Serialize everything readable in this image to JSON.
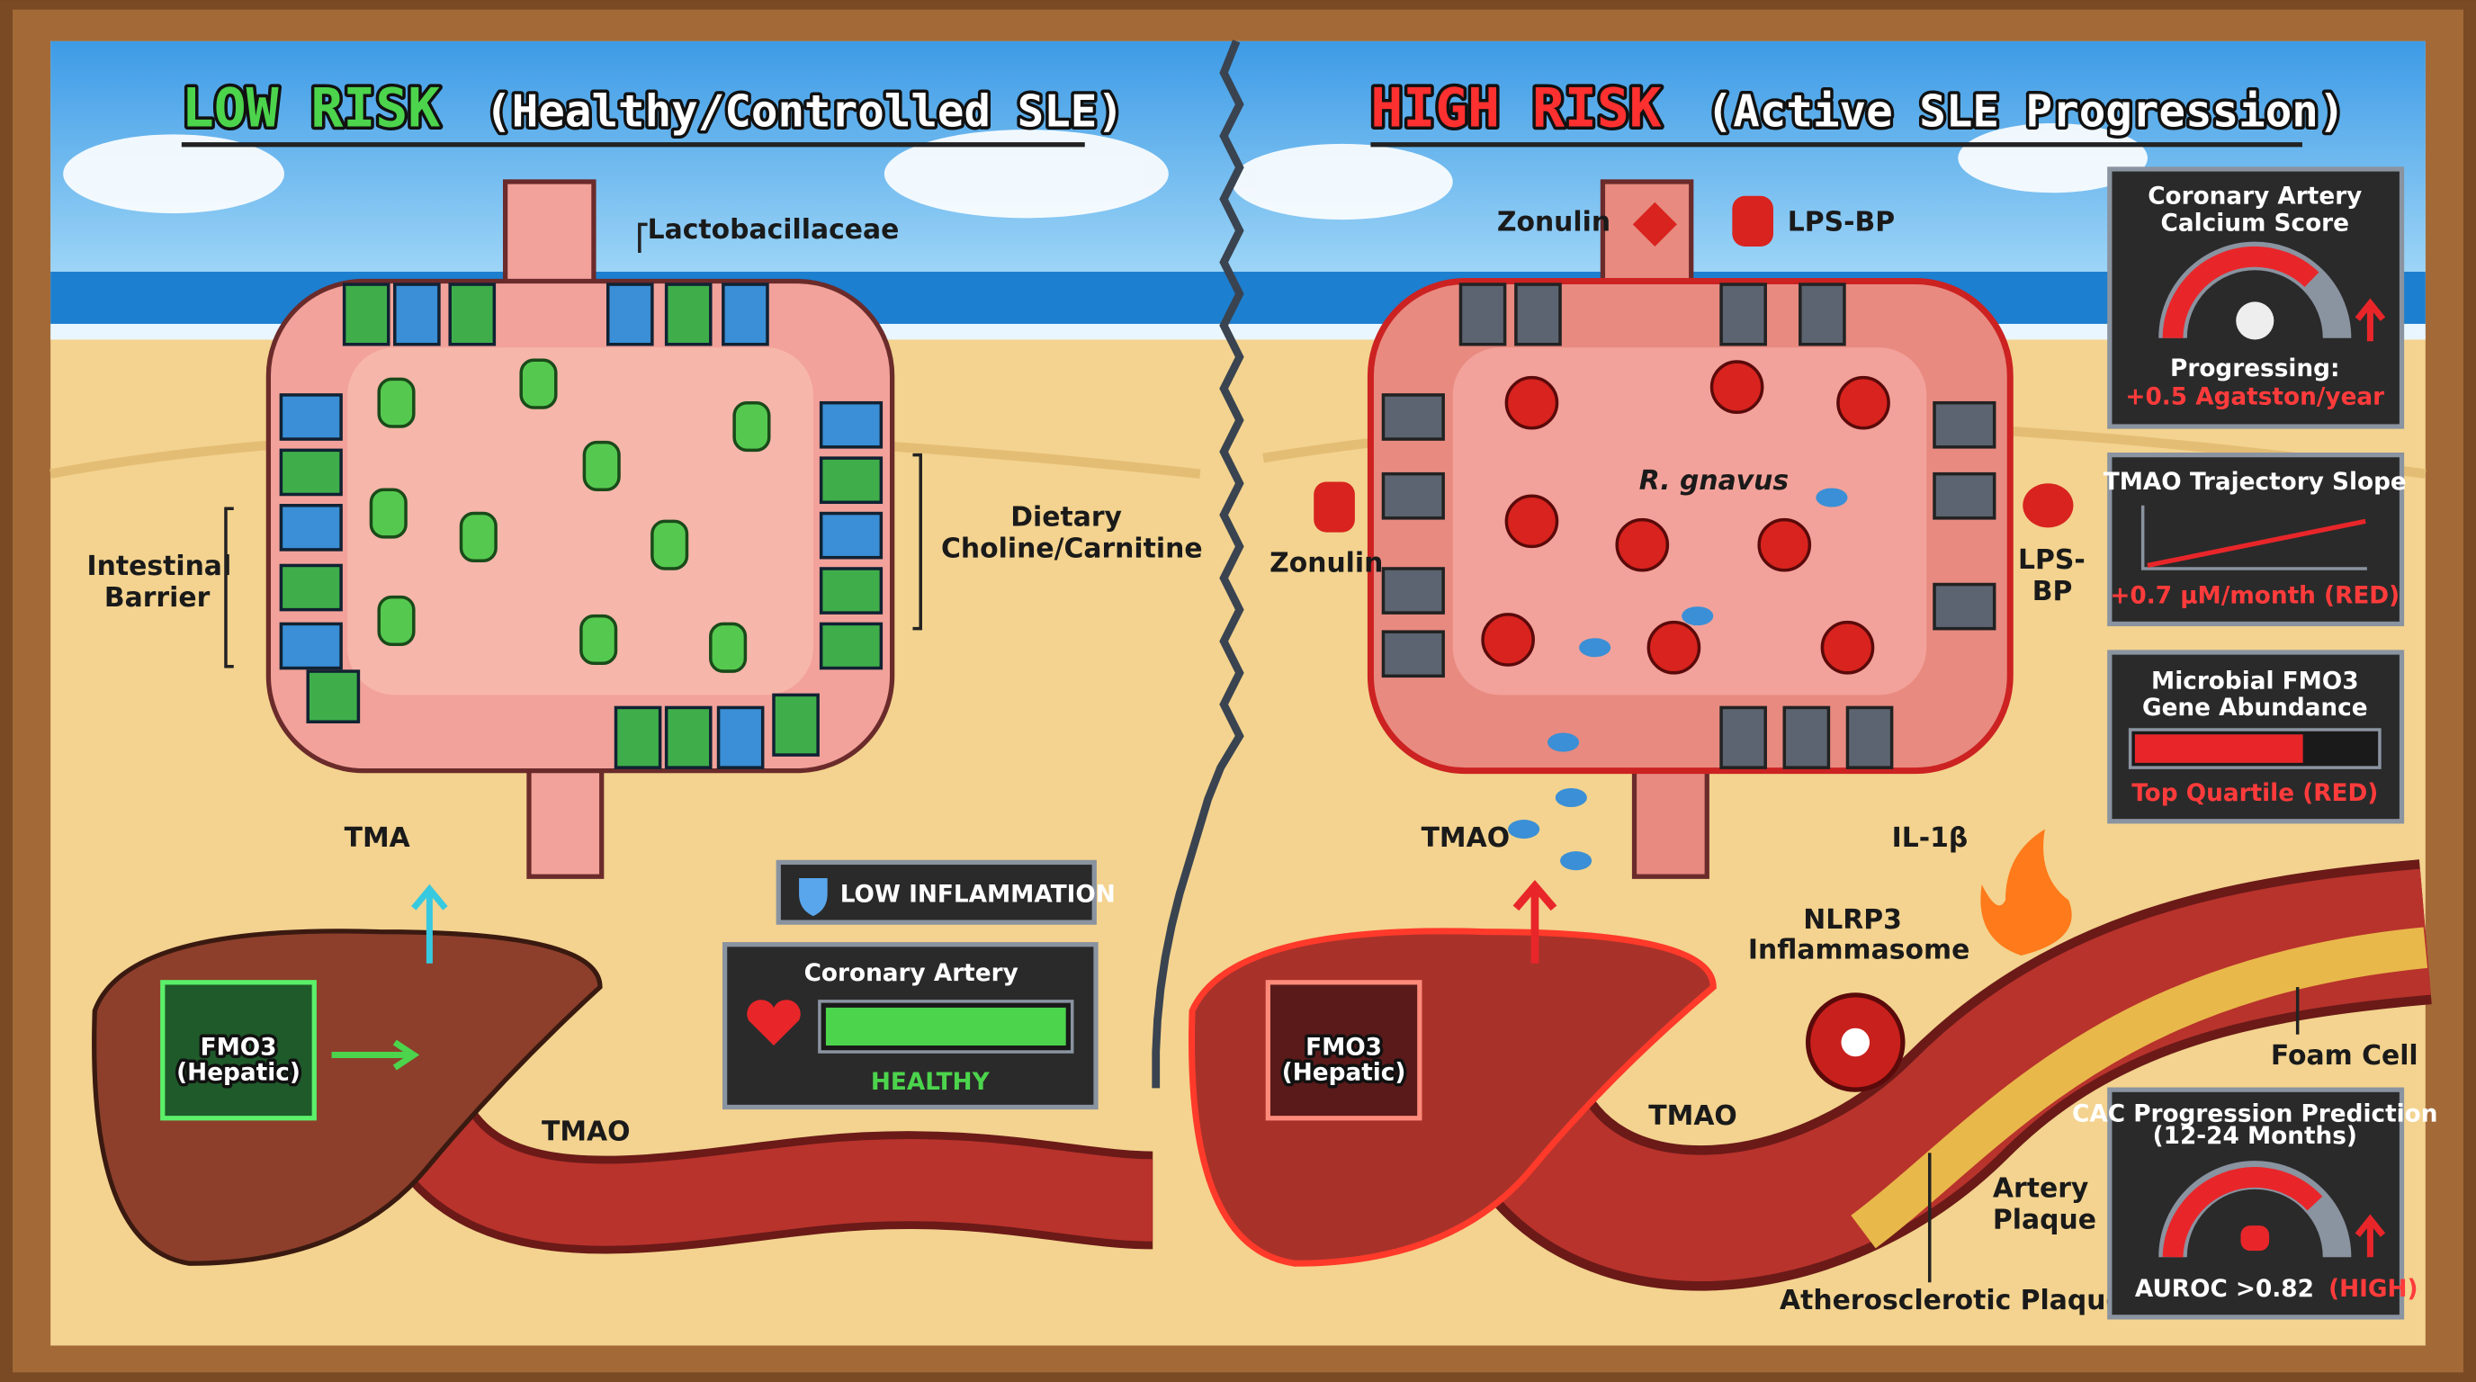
{
  "left": {
    "title_risk": "LOW RISK",
    "title_desc": "(Healthy/Controlled SLE)",
    "labels": {
      "lactobacillaceae": "Lactobacillaceae",
      "barrier_1": "Intestinal",
      "barrier_2": "Barrier",
      "dietary_1": "Dietary",
      "dietary_2": "Choline/Carnitine",
      "tma": "TMA",
      "tmao": "TMAO",
      "fmo3": "FMO3",
      "hepatic": "(Hepatic)"
    },
    "badge": {
      "label": "LOW INFLAMMATION",
      "icon": "shield-icon"
    },
    "artery_panel": {
      "title": "Coronary Artery",
      "status": "HEALTHY",
      "health_fraction": 1.0,
      "icon": "heart-icon"
    }
  },
  "right": {
    "title_risk": "HIGH RISK",
    "title_desc": "(Active SLE Progression)",
    "labels": {
      "zonulin_top": "Zonulin",
      "lpsbp_top": "LPS-BP",
      "zonulin_left": "Zonulin",
      "lpsbp_right_1": "LPS-",
      "lpsbp_right_2": "BP",
      "r_gnavus": "R. gnavus",
      "tmao_gut": "TMAO",
      "il1b": "IL-1β",
      "nlrp3_1": "NLRP3",
      "nlrp3_2": "Inflammasome",
      "foam_cell": "Foam Cell",
      "artery_plaque_1": "Artery",
      "artery_plaque_2": "Plaque",
      "athero_plaque": "Atherosclerotic Plaque",
      "tmao_liver": "TMAO",
      "fmo3": "FMO3",
      "hepatic": "(Hepatic)"
    },
    "panels": {
      "cac": {
        "title_1": "Coronary Artery",
        "title_2": "Calcium Score",
        "status": "Progressing:",
        "value": "+0.5 Agatston/year",
        "icon": "skull-icon"
      },
      "tmao_slope": {
        "title": "TMAO Trajectory Slope",
        "value": "+0.7 μM/month (RED)"
      },
      "fmo3": {
        "title_1": "Microbial FMO3",
        "title_2": "Gene Abundance",
        "value": "Top Quartile (RED)",
        "fill_fraction": 0.7
      },
      "prediction": {
        "title_1": "CAC Progression Prediction",
        "title_2": "(12-24 Months)",
        "value": "AUROC >0.82",
        "level": "(HIGH)",
        "icon": "alarm-icon"
      }
    }
  },
  "colors": {
    "low": "#4cd44c",
    "high": "#ff3030",
    "panel": "#2a2a2a",
    "sand": "#f3d38f",
    "sky": "#4aa8e8",
    "gut": "#f2a29a",
    "artery": "#b8332c",
    "liver": "#8d3f2c"
  }
}
